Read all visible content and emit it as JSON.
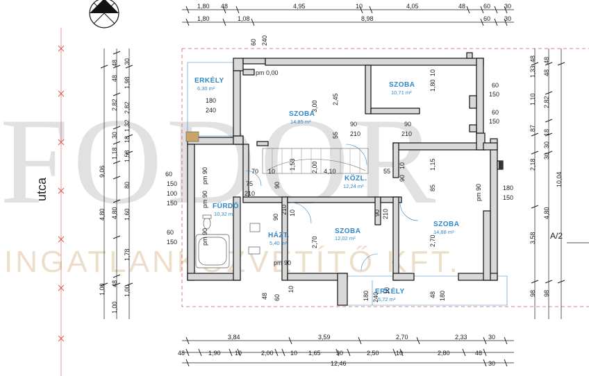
{
  "street_label": "utca",
  "section_marker": "A/2",
  "watermark": {
    "title": "FODOR",
    "subtitle": "INGATLANKÖZVETÍTŐ KFT."
  },
  "rooms": [
    {
      "id": "erkely-top",
      "name": "ERKÉLY",
      "area": "6,30 m²"
    },
    {
      "id": "szoba-1",
      "name": "SZOBA",
      "area": "10,71 m²"
    },
    {
      "id": "szoba-2",
      "name": "SZOBA",
      "area": "14,85 m²"
    },
    {
      "id": "kozl",
      "name": "KÖZL.",
      "area": "12,24 m²"
    },
    {
      "id": "furdo",
      "name": "FÜRDŐ",
      "area": "10,32 m²"
    },
    {
      "id": "hazt",
      "name": "HÁZT.",
      "area": "5,40 m²"
    },
    {
      "id": "szoba-3",
      "name": "SZOBA",
      "area": "12,02 m²"
    },
    {
      "id": "szoba-4",
      "name": "SZOBA",
      "area": "14,88 m²"
    },
    {
      "id": "erkely-bottom",
      "name": "ERKÉLY",
      "area": "5,72 m²"
    }
  ],
  "dim_top_1": [
    "1,80",
    "48",
    "4,95",
    "10",
    "4,05",
    "48",
    "60",
    "30"
  ],
  "dim_top_2": [
    "1,80",
    "1,08",
    "8,98",
    "60",
    "30"
  ],
  "dim_bottom_1": [
    "3,84",
    "3,59",
    "2,70",
    "2,33",
    "30"
  ],
  "dim_bottom_2": [
    "48",
    "1,90",
    "10",
    "2,00",
    "10",
    "1,65",
    "30",
    "2,50",
    "10",
    "2,80",
    "48"
  ],
  "dim_bottom_3": [
    "12,46",
    "30"
  ],
  "dim_left_outer": [
    "30",
    "48",
    "1,98",
    "2,82",
    "1,32",
    "18",
    "1,58",
    "9,06",
    "80",
    "4,80",
    "1,60",
    "1,78",
    "1,00",
    "48",
    "1,00"
  ],
  "dim_left_inner": [
    "48",
    "2,82",
    "1,18",
    "30",
    "4,80",
    "1,00"
  ],
  "dim_right_outer": [
    "1,33",
    "2,82",
    "48",
    "30",
    "2,18",
    "10,04",
    "4,80",
    "3,58",
    "98",
    "98"
  ],
  "dim_right_inner": [
    "48",
    "1,10",
    "87",
    "18",
    "30",
    "48"
  ],
  "openings": [
    "pm 0,00",
    "60",
    "240",
    "180",
    "240",
    "2,45",
    "3,00",
    "1,80",
    "10",
    "60",
    "150",
    "60",
    "150",
    "90",
    "210",
    "90",
    "210",
    "55",
    "1,53",
    "2,00",
    "4,10",
    "55",
    "1,15",
    "10",
    "70",
    "90",
    "60",
    "150",
    "100",
    "150",
    "75",
    "210",
    "210",
    "10",
    "90",
    "210",
    "90",
    "90",
    "10",
    "85",
    "180",
    "150",
    "60",
    "150",
    "2,70",
    "2,70",
    "pm 90",
    "pm 90",
    "pm 90",
    "pm 90",
    "pm 90",
    "48",
    "60",
    "180",
    "240",
    "180",
    "48",
    "10",
    "10"
  ]
}
